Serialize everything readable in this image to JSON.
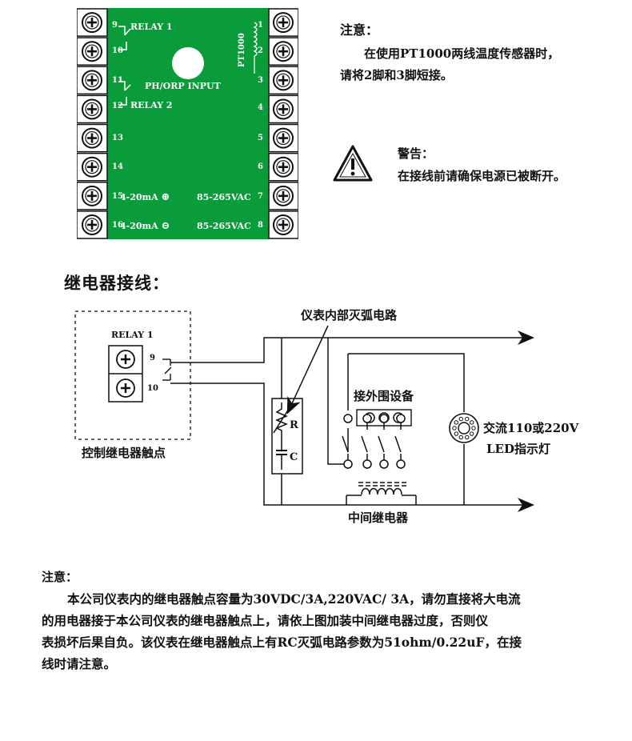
{
  "board": {
    "relay1": "RELAY 1",
    "relay2": "RELAY 2",
    "input": "PH/ORP INPUT",
    "pt1000": "PT1000",
    "left_numbers": [
      "9",
      "10",
      "11",
      "12",
      "13",
      "14",
      "15",
      "16"
    ],
    "right_numbers": [
      "1",
      "2",
      "3",
      "4",
      "5",
      "6",
      "7",
      "8"
    ],
    "analog15": "4-20mA",
    "analog16": "4-20mA",
    "plus_symbol": "⊕",
    "minus_symbol": "⊖",
    "power7": "85-265VAC",
    "power8": "85-265VAC",
    "colors": {
      "board": "#0a9b3b",
      "accent": "#0a9b3b"
    }
  },
  "note1": {
    "title": "注意：",
    "line1": "在使用PT1000两线温度传感器时，",
    "line2": "请将2脚和3脚短接。"
  },
  "warning": {
    "icon": "warning-triangle-icon",
    "title": "警告：",
    "body": "在接线前请确保电源已被断开。"
  },
  "section_title": "继电器接线：",
  "wiring": {
    "relay_box_label": "RELAY 1",
    "terminal_9": "9",
    "terminal_10": "10",
    "box_caption": "控制继电器触点",
    "arc_label": "仪表内部灭弧电路",
    "r_label": "R",
    "c_label": "C",
    "equipment_label": "接外围设备",
    "relay_label": "中间继电器",
    "led_label_1": "交流110或220V",
    "led_label_2": "LED指示灯"
  },
  "note2": {
    "title": "注意：",
    "line1": "本公司仪表内的继电器触点容量为30VDC/3A,220VAC/ 3A，请勿直接将大电流",
    "line2": "的用电器接于本公司仪表的继电器触点上，请依上图加装中间继电器过度，否则仪",
    "line3": "表损坏后果自负。该仪表在继电器触点上有RC灭弧电路参数为51ohm/0.22uF，在接",
    "line4": "线时请注意。"
  }
}
